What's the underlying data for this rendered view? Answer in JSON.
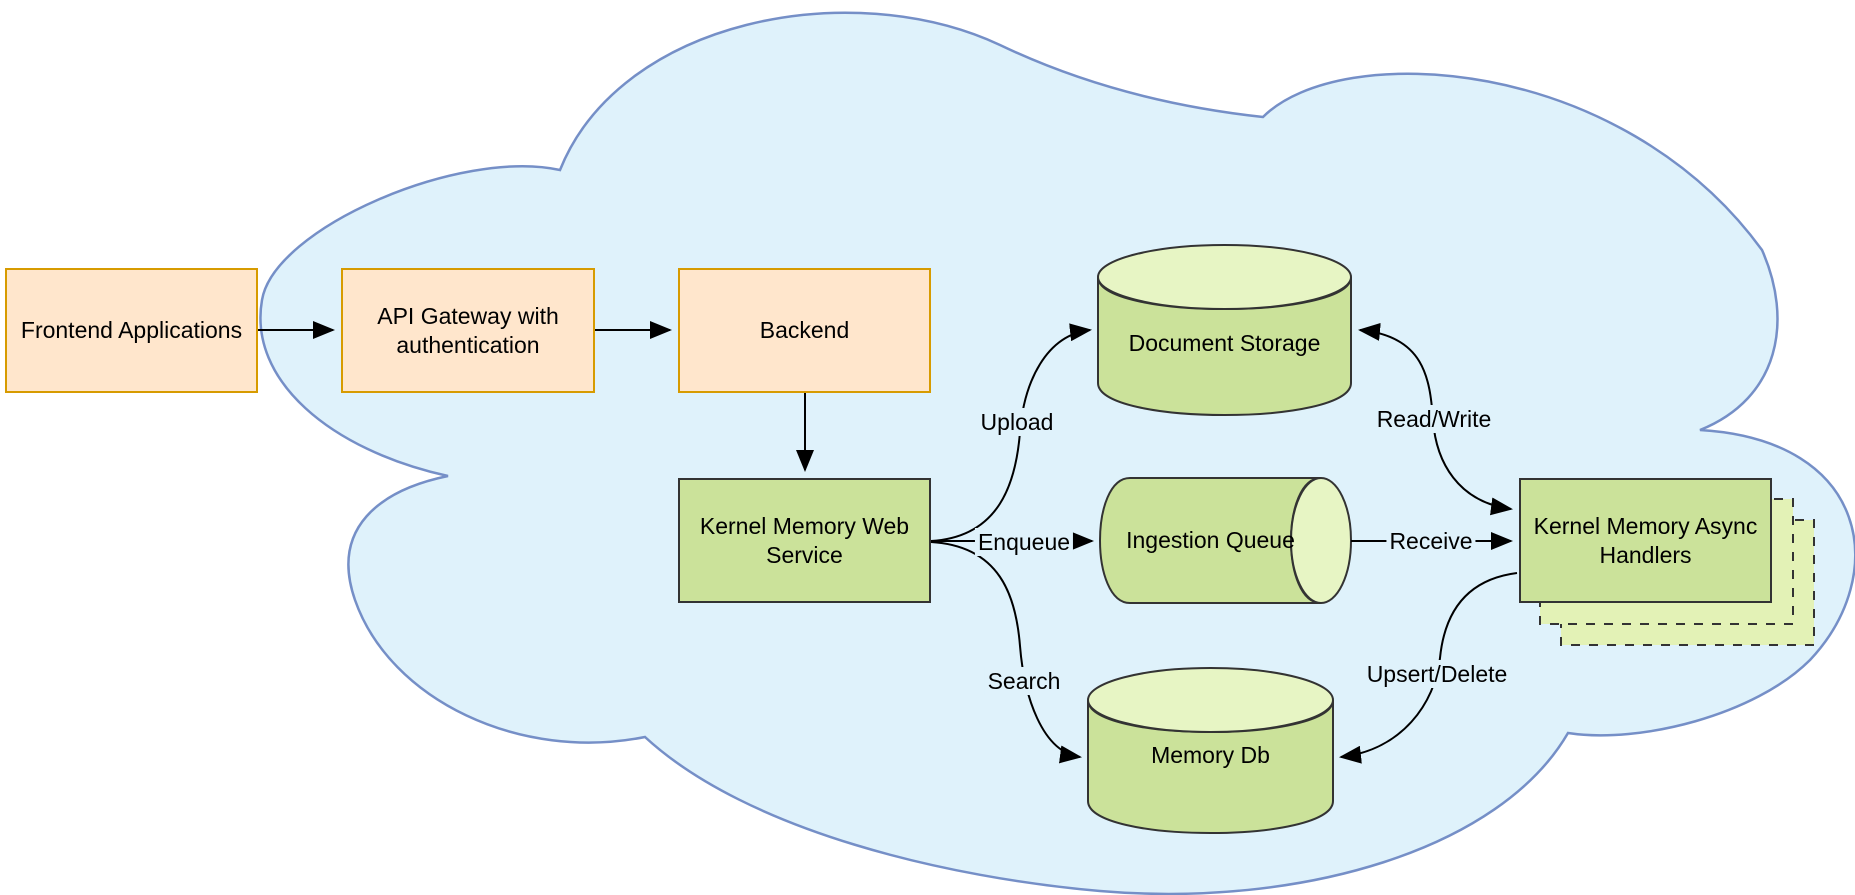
{
  "diagram": {
    "type": "architecture-flow",
    "boundary": {
      "shape": "cloud",
      "label": ""
    },
    "nodes": {
      "frontend": {
        "label": "Frontend Applications",
        "shape": "rectangle",
        "color": "orange",
        "inside_cloud": false
      },
      "api_gateway": {
        "label": "API Gateway with authentication",
        "shape": "rectangle",
        "color": "orange",
        "inside_cloud": true
      },
      "backend": {
        "label": "Backend",
        "shape": "rectangle",
        "color": "orange",
        "inside_cloud": true
      },
      "web_service": {
        "label": "Kernel Memory Web Service",
        "shape": "rectangle",
        "color": "green",
        "inside_cloud": true
      },
      "document_storage": {
        "label": "Document Storage",
        "shape": "cylinder-vertical",
        "color": "green",
        "inside_cloud": true
      },
      "ingestion_queue": {
        "label": "Ingestion Queue",
        "shape": "cylinder-horizontal",
        "color": "green",
        "inside_cloud": true
      },
      "memory_db": {
        "label": "Memory Db",
        "shape": "cylinder-vertical",
        "color": "green",
        "inside_cloud": true
      },
      "async_handlers": {
        "label": "Kernel Memory Async Handlers",
        "shape": "rectangle-stack",
        "color": "green",
        "inside_cloud": true
      }
    },
    "edges": [
      {
        "from": "frontend",
        "to": "api_gateway",
        "label": "",
        "direction": "one-way"
      },
      {
        "from": "api_gateway",
        "to": "backend",
        "label": "",
        "direction": "one-way"
      },
      {
        "from": "backend",
        "to": "web_service",
        "label": "",
        "direction": "one-way"
      },
      {
        "from": "web_service",
        "to": "document_storage",
        "label": "Upload",
        "direction": "one-way"
      },
      {
        "from": "web_service",
        "to": "ingestion_queue",
        "label": "Enqueue",
        "direction": "one-way"
      },
      {
        "from": "web_service",
        "to": "memory_db",
        "label": "Search",
        "direction": "one-way"
      },
      {
        "from": "ingestion_queue",
        "to": "async_handlers",
        "label": "Receive",
        "direction": "one-way"
      },
      {
        "from": "async_handlers",
        "to": "document_storage",
        "label": "Read/Write",
        "direction": "two-way"
      },
      {
        "from": "async_handlers",
        "to": "memory_db",
        "label": "Upsert/Delete",
        "direction": "one-way"
      }
    ],
    "colors": {
      "cloud_fill": "#DFF2FB",
      "cloud_stroke": "#758FC7",
      "orange_fill": "#FFE6CC",
      "orange_stroke": "#D79B00",
      "green_fill": "#CBE29A",
      "green_light_fill": "#E7F5C4",
      "green_stack_fill": "#E3F2B6",
      "dark_stroke": "#333333",
      "connector": "#000000",
      "background": "#FFFFFF"
    }
  }
}
